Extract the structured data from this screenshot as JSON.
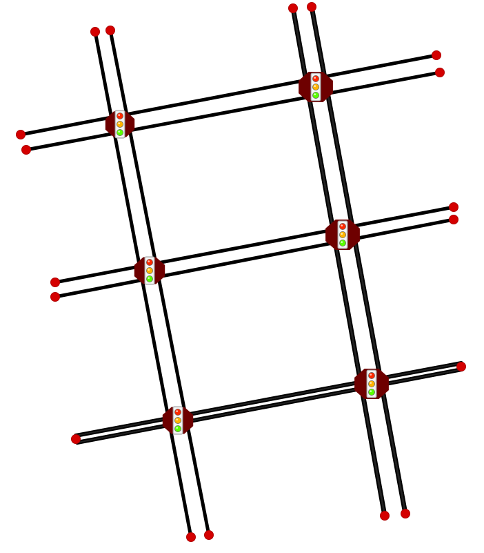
{
  "diagram": {
    "description_visible_text": "",
    "colors": {
      "road": "#000000",
      "road_fill": "#ffffff",
      "endpoint": "#d40000",
      "endpoint_stroke": "#b00000",
      "junction": "#6e0000",
      "light_housing": "#e6e6e6",
      "light_red": "#ff2a00",
      "light_yellow": "#ffb400",
      "light_green": "#5aff00"
    },
    "icons": {
      "endpoint": "endpoint-dot-icon",
      "junction": "junction-node-icon",
      "traffic_light": "traffic-light-icon"
    },
    "network": {
      "vertical_roads": [
        {
          "id": "v-left",
          "lanes": 2,
          "dense": false
        },
        {
          "id": "v-right",
          "lanes": 2,
          "dense": true
        }
      ],
      "horizontal_roads": [
        {
          "id": "h-top",
          "lanes": 2,
          "dense": false
        },
        {
          "id": "h-middle",
          "lanes": 2,
          "dense": false
        },
        {
          "id": "h-bottom",
          "lanes": 2,
          "dense": true
        }
      ],
      "junctions_count": 6,
      "endpoints_count": 20
    }
  }
}
